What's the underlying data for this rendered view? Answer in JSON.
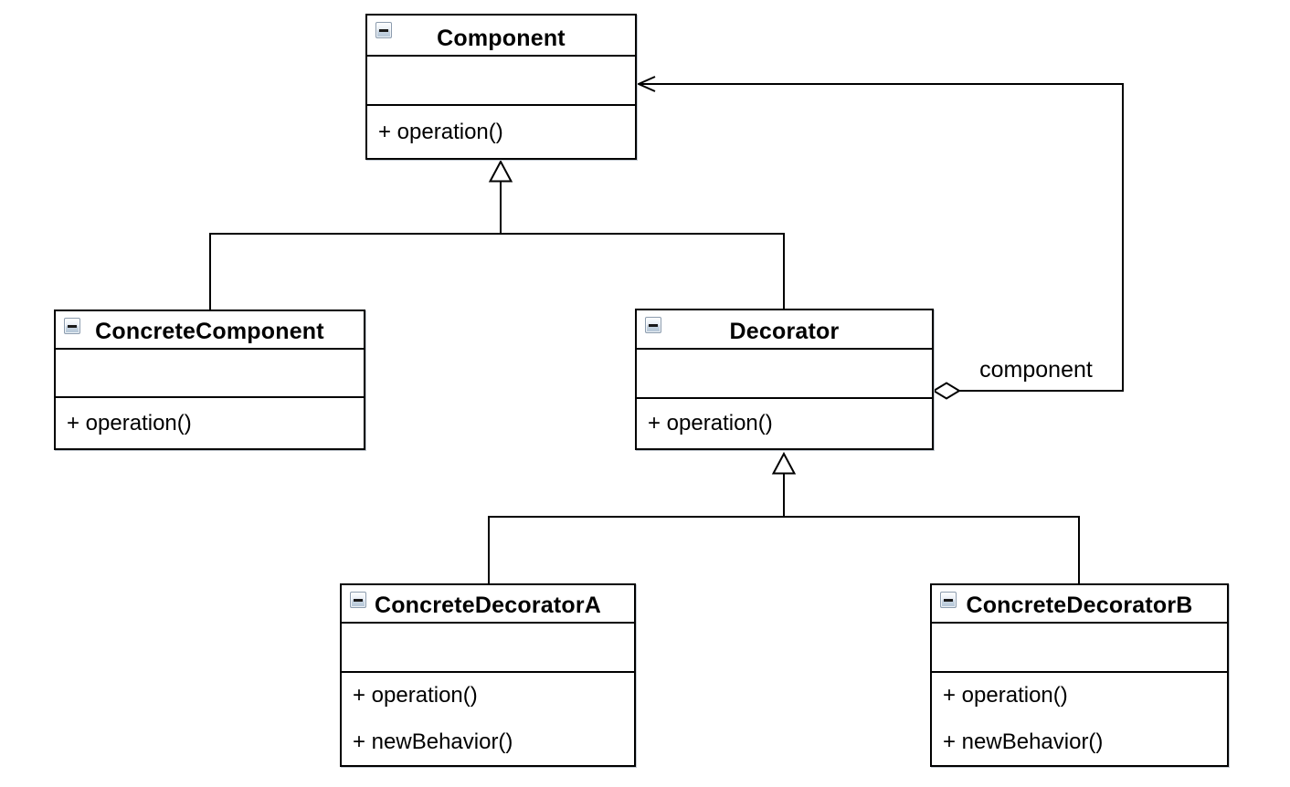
{
  "diagram": {
    "type": "uml-class-diagram",
    "classes": {
      "component": {
        "name": "Component",
        "attributes": [],
        "methods": [
          "+ operation()"
        ]
      },
      "concrete_component": {
        "name": "ConcreteComponent",
        "attributes": [],
        "methods": [
          "+ operation()"
        ]
      },
      "decorator": {
        "name": "Decorator",
        "attributes": [],
        "methods": [
          "+ operation()"
        ]
      },
      "concrete_decorator_a": {
        "name": "ConcreteDecoratorA",
        "attributes": [],
        "methods": [
          "+ operation()",
          "+ newBehavior()"
        ]
      },
      "concrete_decorator_b": {
        "name": "ConcreteDecoratorB",
        "attributes": [],
        "methods": [
          "+ operation()",
          "+ newBehavior()"
        ]
      }
    },
    "relationships": {
      "aggregation_label": "component",
      "generalizations": [
        "ConcreteComponent -> Component",
        "Decorator -> Component",
        "ConcreteDecoratorA -> Decorator",
        "ConcreteDecoratorB -> Decorator"
      ],
      "aggregation": "Decorator o-> Component"
    },
    "icons": {
      "collapse": "minus-box",
      "generalization_arrowhead": "hollow-triangle",
      "aggregation_head": "hollow-diamond",
      "navigability_head": "open-arrow"
    },
    "colors": {
      "line": "#000000",
      "box_background": "#ffffff",
      "icon_border": "#8c9cae",
      "icon_face_top": "#fdfeff",
      "icon_face_bottom": "#b2c4d6"
    }
  }
}
